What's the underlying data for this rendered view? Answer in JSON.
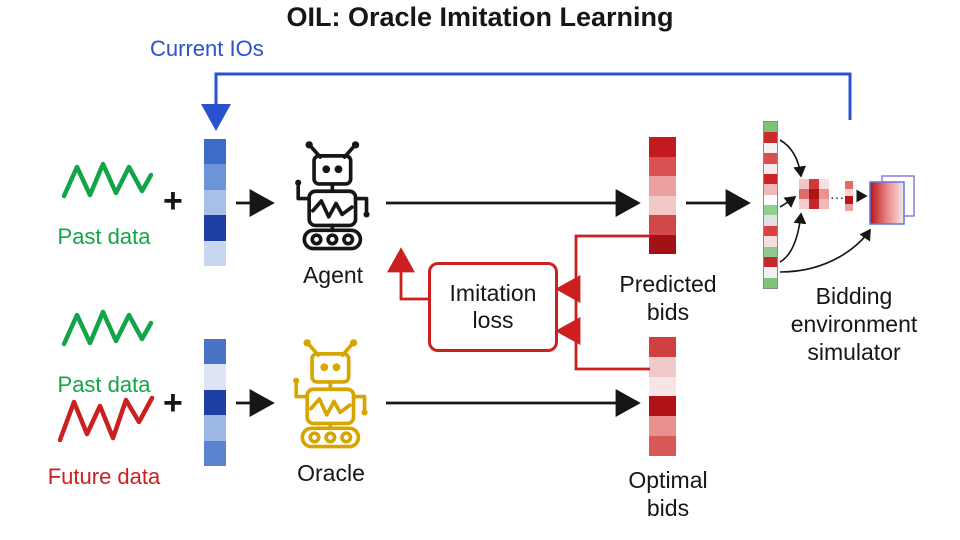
{
  "title": "OIL: Oracle Imitation Learning",
  "feedback": {
    "label": "Current IOs"
  },
  "top_row": {
    "past_data_label": "Past data",
    "plus": "+",
    "agent_label": "Agent",
    "predicted_bids_label": "Predicted\nbids"
  },
  "bottom_row": {
    "past_data_label": "Past data",
    "future_data_label": "Future data",
    "plus": "+",
    "oracle_label": "Oracle",
    "optimal_bids_label": "Optimal\nbids"
  },
  "loss_box": {
    "label": "Imitation\nloss"
  },
  "simulator": {
    "label": "Bidding\nenvironment\nsimulator",
    "dots": "…"
  },
  "colors": {
    "green": "#12a548",
    "red": "#cc2020",
    "blue": "#2a52cc",
    "gold": "#d7a500",
    "dark": "#161616"
  },
  "heatmaps": {
    "agent_input": [
      "#3a6cc8",
      "#6d93d8",
      "#a8bfe8",
      "#1d3fa6",
      "#c8d6f0"
    ],
    "oracle_input": [
      "#4a73c8",
      "#dce4f5",
      "#1d3fa6",
      "#9db8e4",
      "#5b82d0"
    ],
    "predicted_bids": [
      "#c21a1f",
      "#d95050",
      "#eda0a0",
      "#f2c9c9",
      "#d04848",
      "#a31016"
    ],
    "optimal_bids": [
      "#d04040",
      "#f0caca",
      "#f8e6e6",
      "#b01218",
      "#e89090",
      "#d85858"
    ],
    "sim_strip": [
      "#7cc47c",
      "#cc2a2a",
      "#f3f3f3",
      "#d94e4e",
      "#f8eaea",
      "#cc2222",
      "#f3b9b9",
      "#ffffff",
      "#8fd08f",
      "#e2e2e2",
      "#d94040",
      "#f7dede",
      "#8fc98f",
      "#c1272d",
      "#f0f0f0",
      "#7cc47c"
    ],
    "sim_grid": [
      "#f2c4c4",
      "#cf3a3a",
      "#f7e0e0",
      "#e06a6a",
      "#a81616",
      "#e8938f",
      "#f5cfcf",
      "#c62828",
      "#f0baba"
    ],
    "sim_mini": [
      "#e06a6a",
      "#f5d4d4",
      "#b31b1b",
      "#eaa1a1"
    ]
  }
}
